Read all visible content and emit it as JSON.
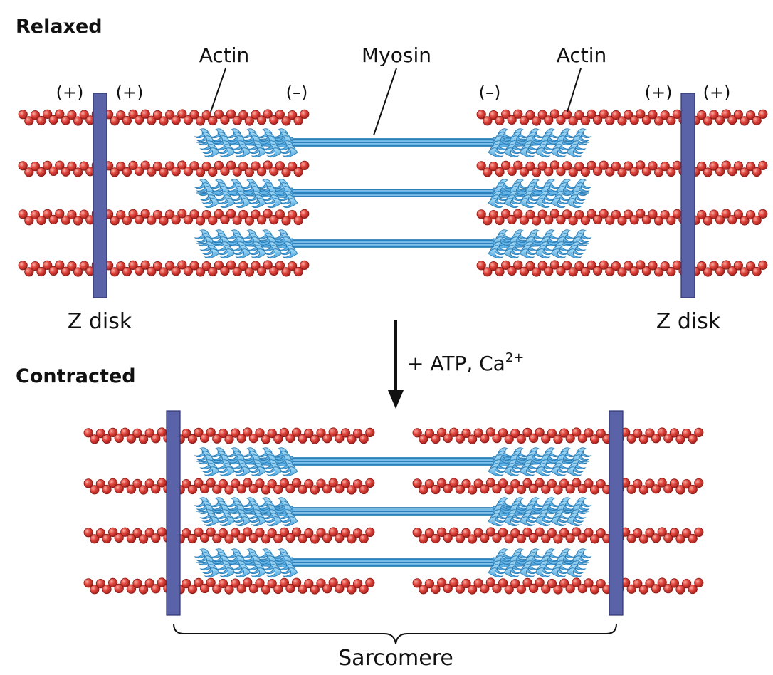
{
  "relaxed": {
    "heading": "Relaxed",
    "labels": {
      "actin_left": "Actin",
      "myosin": "Myosin",
      "actin_right": "Actin",
      "plus_end_1": "(+)",
      "plus_end_2": "(+)",
      "minus_end_left": "(–)",
      "minus_end_right": "(–)",
      "plus_end_3": "(+)",
      "plus_end_4": "(+)",
      "z_disk_left": "Z disk",
      "z_disk_right": "Z disk"
    }
  },
  "transition": {
    "label": "+ ATP, Ca",
    "superscript": "2+"
  },
  "contracted": {
    "heading": "Contracted",
    "brace_label": "Sarcomere"
  },
  "colors": {
    "actin": "#d9403a",
    "actin_edge": "#8a1a16",
    "myosin": "#69b8e8",
    "myosin_edge": "#2c7fb8",
    "z_disk": "#5b63a8"
  }
}
